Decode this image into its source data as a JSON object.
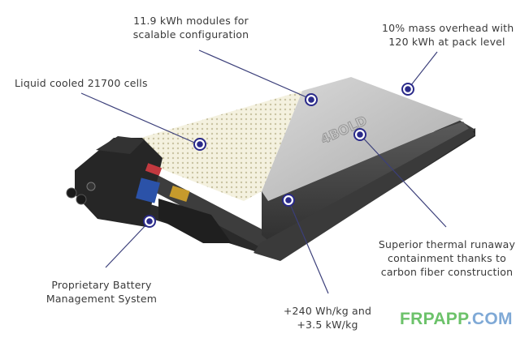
{
  "diagram": {
    "subject": "Battery pack cutaway",
    "colors": {
      "callout_line": "#3b3f7a",
      "callout_dot": "#2a2a8a",
      "label_text": "#3a3a3a",
      "watermark_primary": "#6cc26a",
      "watermark_secondary": "#7fa9d6"
    },
    "callouts": [
      {
        "id": "cells",
        "lines": [
          "Liquid cooled 21700 cells"
        ]
      },
      {
        "id": "modules",
        "lines": [
          "11.9 kWh modules for",
          "scalable configuration"
        ]
      },
      {
        "id": "mass",
        "lines": [
          "10% mass overhead with",
          "120 kWh at pack level"
        ]
      },
      {
        "id": "thermal",
        "lines": [
          "Superior thermal runaway",
          "containment thanks to",
          "carbon fiber construction"
        ]
      },
      {
        "id": "bms",
        "lines": [
          "Proprietary Battery",
          "Management System"
        ]
      },
      {
        "id": "energy",
        "lines": [
          "+240 Wh/kg and",
          "+3.5 kW/kg"
        ]
      }
    ],
    "housing_logo_text": "4BOLD"
  },
  "watermark": {
    "part1": "FRPAPP",
    "part2": ".COM"
  }
}
